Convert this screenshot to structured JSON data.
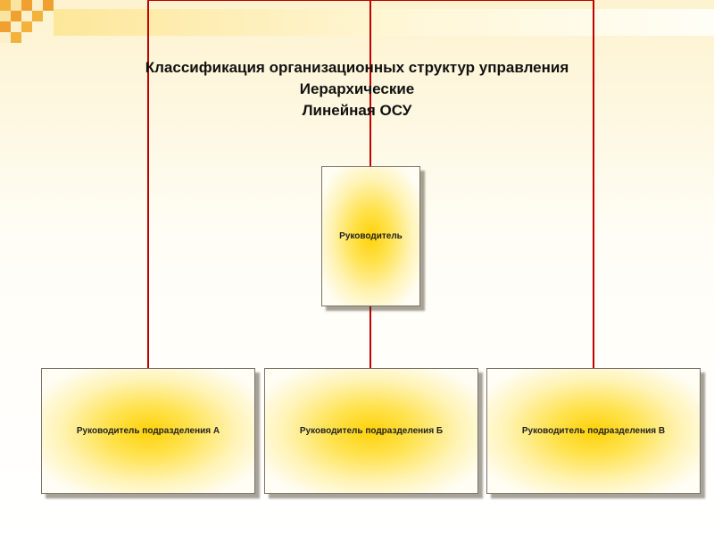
{
  "title": {
    "line1": "Классификация организационных структур управления",
    "line2": "Иерархические",
    "line3": "Линейная ОСУ"
  },
  "chart": {
    "root": {
      "label": "Руководитель"
    },
    "children": [
      {
        "label": "Руководитель подразделения А"
      },
      {
        "label": "Руководитель подразделения Б"
      },
      {
        "label": "Руководитель подразделения В"
      }
    ]
  },
  "colors": {
    "connector": "#c00000",
    "box_center": "#ffd20a",
    "mosaic_orange": "#f0a030",
    "mosaic_yellow": "#fbe3a0"
  }
}
